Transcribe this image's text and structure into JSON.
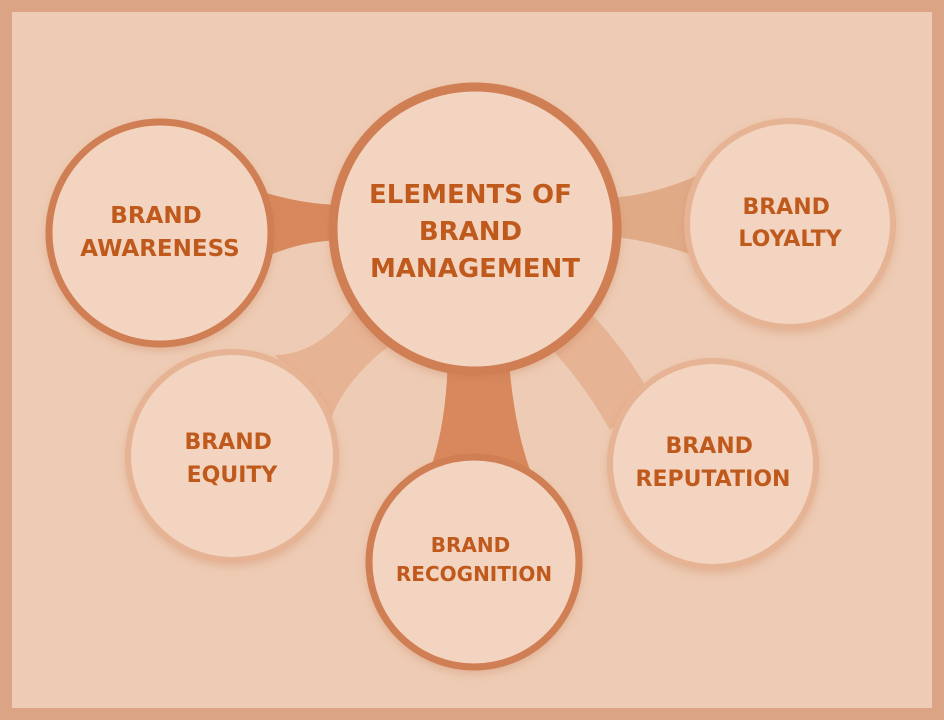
{
  "colors": {
    "border": "#dba484",
    "background": "#eecbb4",
    "text": "#c05a1f",
    "ring_dark": "#d07e52",
    "ring_light": "#e1aa87",
    "node_fill": "#f2d4c0"
  },
  "center": {
    "lines": [
      "ELEMENTS OF",
      "BRAND",
      "MANAGEMENT"
    ]
  },
  "nodes": [
    {
      "id": "brand-awareness",
      "lines": [
        "BRAND",
        "AWARENESS"
      ]
    },
    {
      "id": "brand-loyalty",
      "lines": [
        "BRAND",
        "LOYALTY"
      ]
    },
    {
      "id": "brand-equity",
      "lines": [
        "BRAND",
        "EQUITY"
      ]
    },
    {
      "id": "brand-recognition",
      "lines": [
        "BRAND",
        "RECOGNITION"
      ]
    },
    {
      "id": "brand-reputation",
      "lines": [
        "BRAND",
        "REPUTATION"
      ]
    }
  ]
}
